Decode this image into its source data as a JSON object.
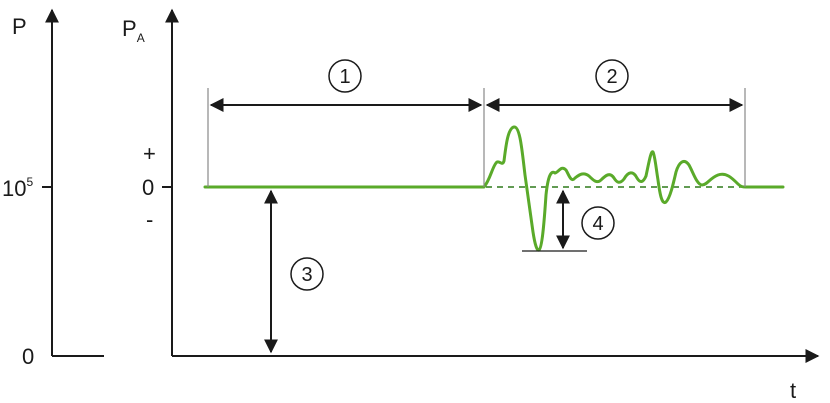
{
  "axes": {
    "left_axis_label": "P",
    "right_axis_label_main": "P",
    "right_axis_label_sub": "A",
    "time_label": "t",
    "tick_1e5_base": "10",
    "tick_1e5_exp": "5",
    "tick_zero_left": "0",
    "plus_sign": "+",
    "zero_right": "0",
    "minus_sign": "-"
  },
  "markers": {
    "m1": "1",
    "m2": "2",
    "m3": "3",
    "m4": "4"
  },
  "colors": {
    "signal": "#5aaa2a",
    "axis": "#1a1a1a"
  }
}
